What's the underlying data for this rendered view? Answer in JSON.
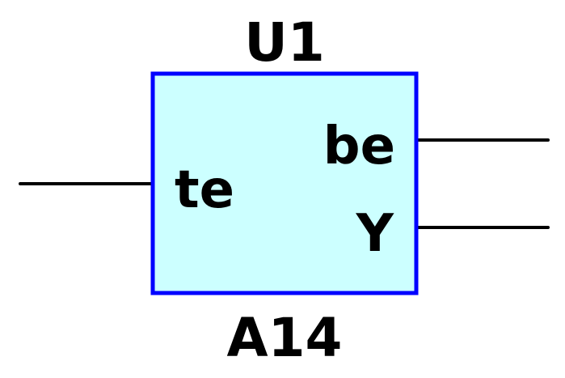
{
  "component": {
    "designator": "U1",
    "value": "A14",
    "body_fill": "#ccffff",
    "body_stroke": "#0000ff",
    "wire_color": "#000000"
  },
  "pins": {
    "left": [
      {
        "label": "te"
      }
    ],
    "right": [
      {
        "label": "be"
      },
      {
        "label": "Y"
      }
    ]
  }
}
